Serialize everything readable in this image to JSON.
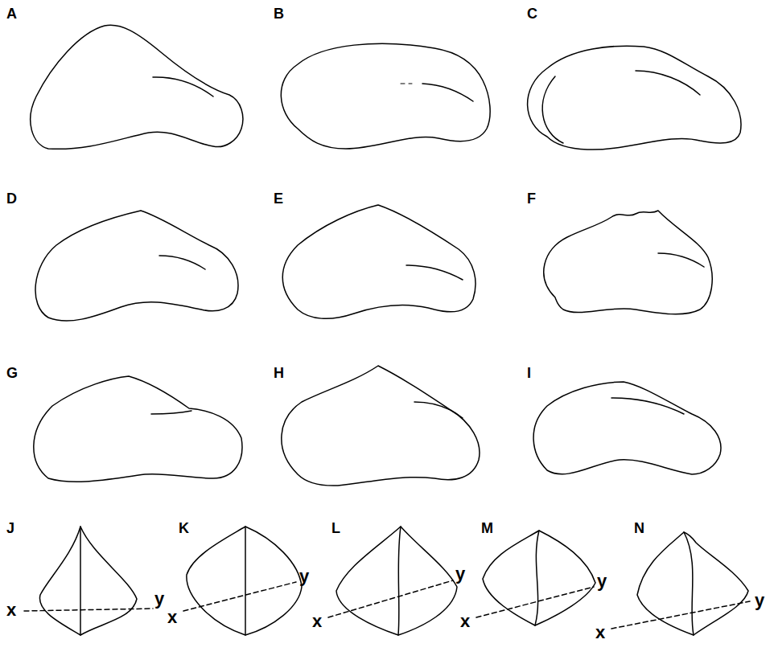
{
  "diagram": {
    "labels": [
      "A",
      "B",
      "C",
      "D",
      "E",
      "F",
      "G",
      "H",
      "I",
      "J",
      "K",
      "L",
      "M",
      "N",
      "x",
      "y",
      "x",
      "y",
      "x",
      "y",
      "x",
      "y",
      "x",
      "y"
    ]
  }
}
